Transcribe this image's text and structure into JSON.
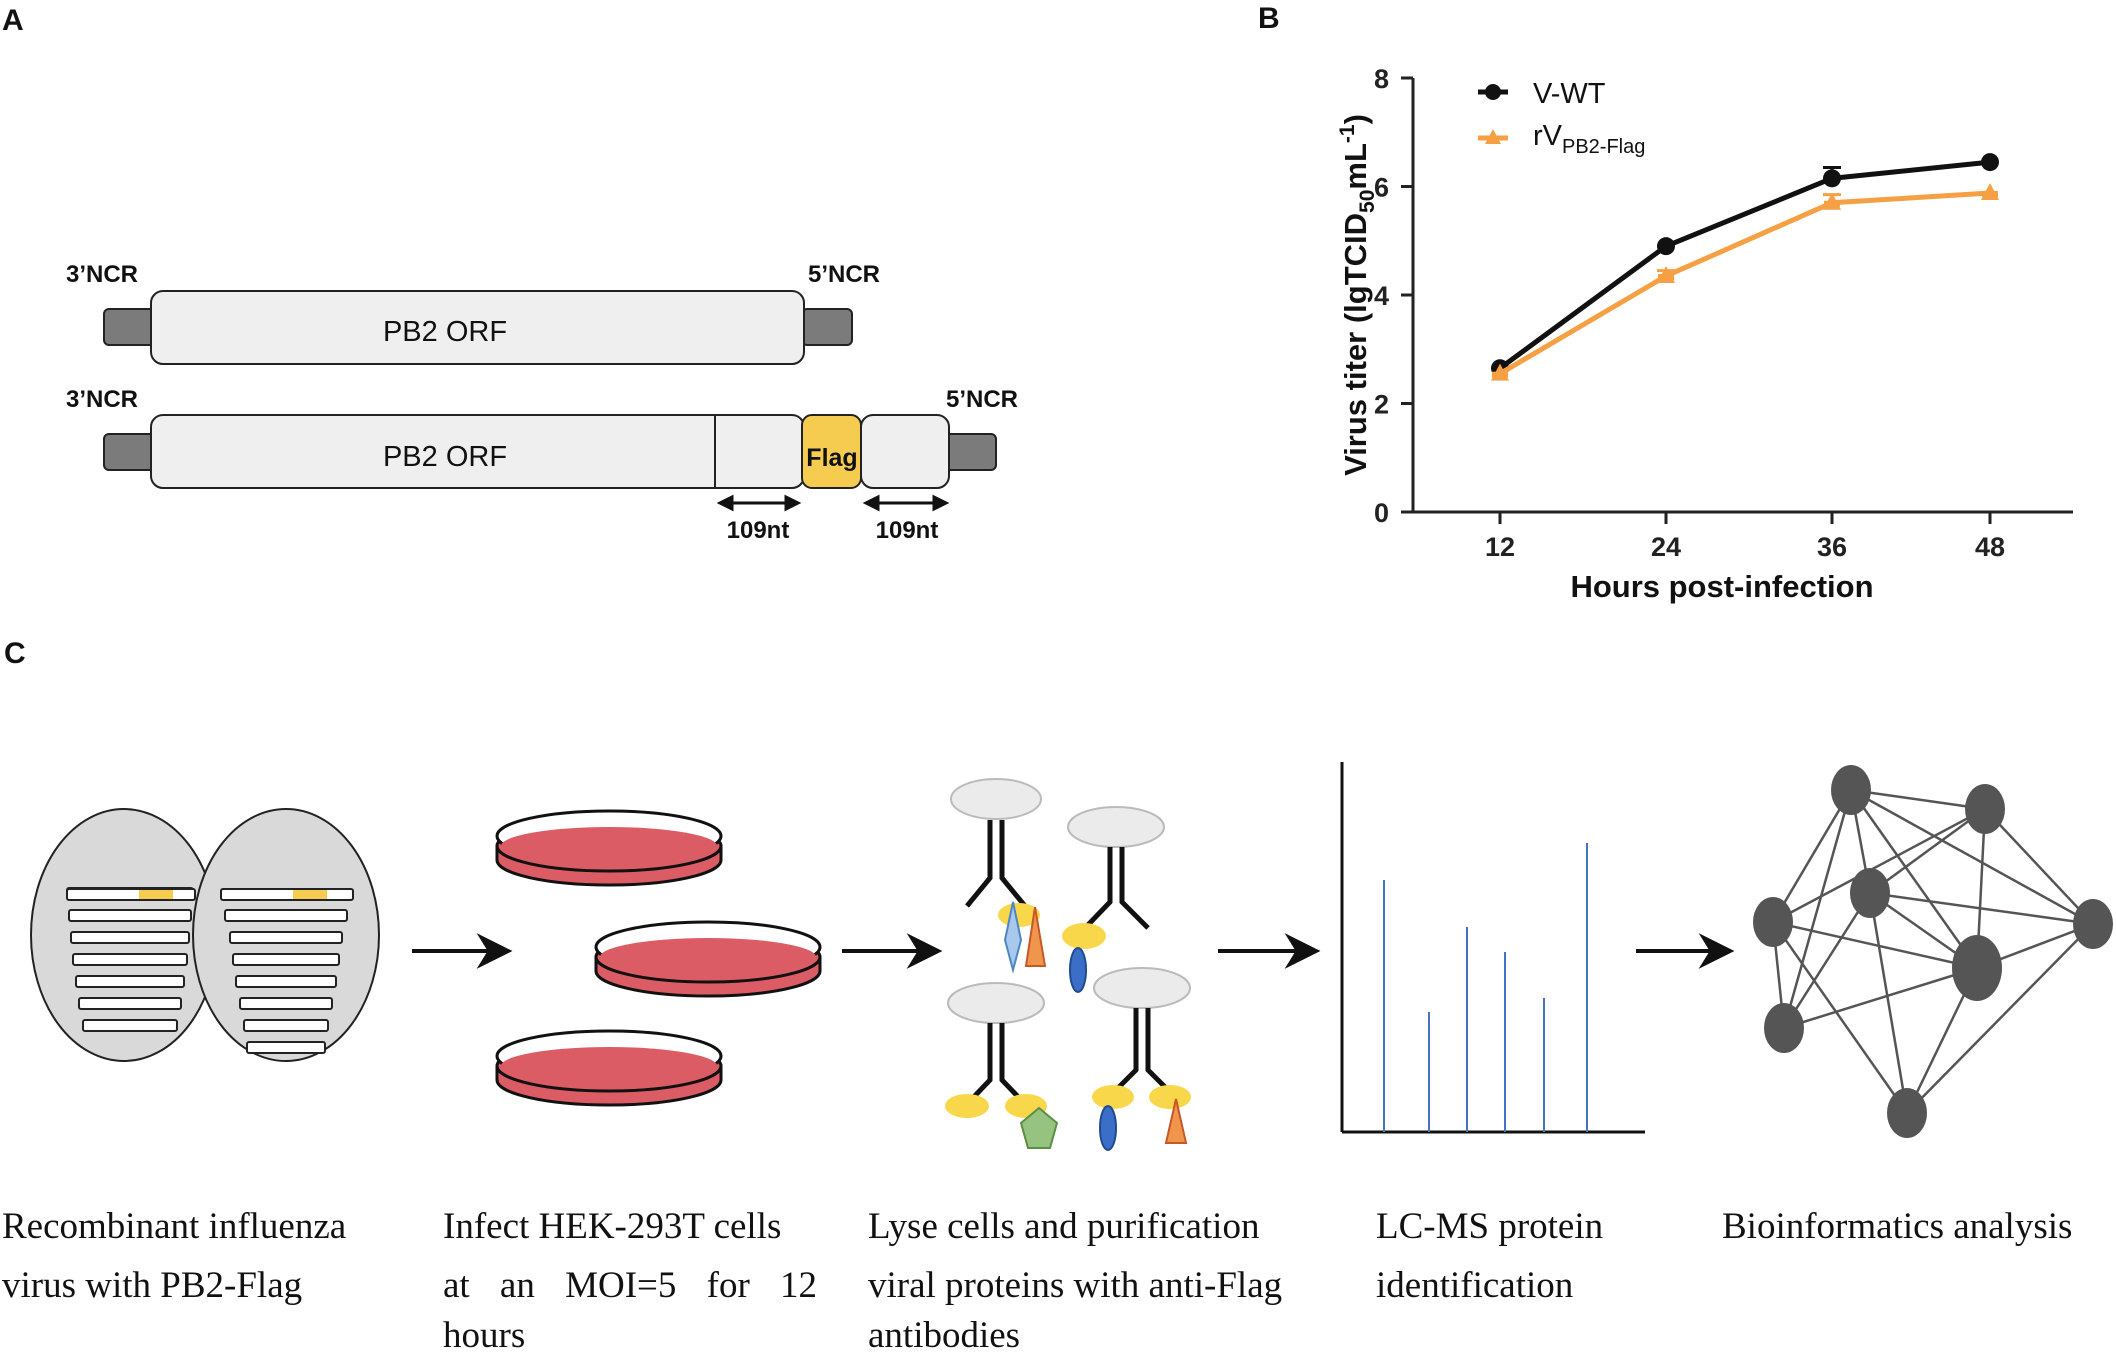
{
  "panels": {
    "a": "A",
    "b": "B",
    "c": "C"
  },
  "panel_a": {
    "row1": {
      "left_label": "3’NCR",
      "right_label": "5’NCR",
      "orf_label": "PB2 ORF"
    },
    "row2": {
      "left_label": "3’NCR",
      "right_label": "5’NCR",
      "orf_label": "PB2 ORF",
      "tag_label": "Flag",
      "span1_label": "109nt",
      "span2_label": "109nt"
    },
    "colors": {
      "segment_fill": "#efefef",
      "ncr_fill": "#7b7b7b",
      "flag_fill": "#f5cc4f"
    }
  },
  "chart_data": {
    "type": "line",
    "x": [
      12,
      24,
      36,
      48
    ],
    "xlabel": "Hours post-infection",
    "ylabel": "Virus titer (lgTCID",
    "ylabel_sub": "50",
    "ylabel_tail": "mL",
    "ylabel_sup": "-1",
    "ylabel_close": ")",
    "ylim": [
      0,
      8
    ],
    "yticks": [
      0,
      2,
      4,
      6,
      8
    ],
    "xticks": [
      12,
      24,
      36,
      48
    ],
    "legend_position": "top-left",
    "series": [
      {
        "name": "V-WT",
        "values": [
          2.65,
          4.9,
          6.15,
          6.45
        ],
        "errors": [
          0.05,
          0.05,
          0.2,
          0.05
        ],
        "color": "#111111",
        "marker": "circle"
      },
      {
        "name": "rV",
        "name_sub": "PB2-Flag",
        "values": [
          2.55,
          4.35,
          5.7,
          5.88
        ],
        "errors": [
          0.05,
          0.1,
          0.15,
          0.05
        ],
        "color": "#f6a044",
        "marker": "triangle"
      }
    ]
  },
  "panel_c": {
    "colors": {
      "virus_shell": "#d9d9d9",
      "segment_tag": "#f5cc4f",
      "dish_medium": "#dc5c66",
      "antibody_head": "#ebebeb",
      "antigen_yellow": "#f9d74b",
      "peak": "#4472c4",
      "node": "#555555"
    },
    "steps": [
      {
        "lines": [
          "Recombinant influenza",
          "virus with PB2-Flag"
        ]
      },
      {
        "lines": [
          "Infect HEK-293T cells",
          "at an MOI=5 for 12",
          "hours"
        ]
      },
      {
        "lines": [
          "Lyse cells and purification",
          "viral proteins with anti-Flag",
          "antibodies"
        ]
      },
      {
        "lines": [
          "LC-MS protein",
          "identification"
        ]
      },
      {
        "lines": [
          "Bioinformatics analysis"
        ]
      }
    ]
  }
}
